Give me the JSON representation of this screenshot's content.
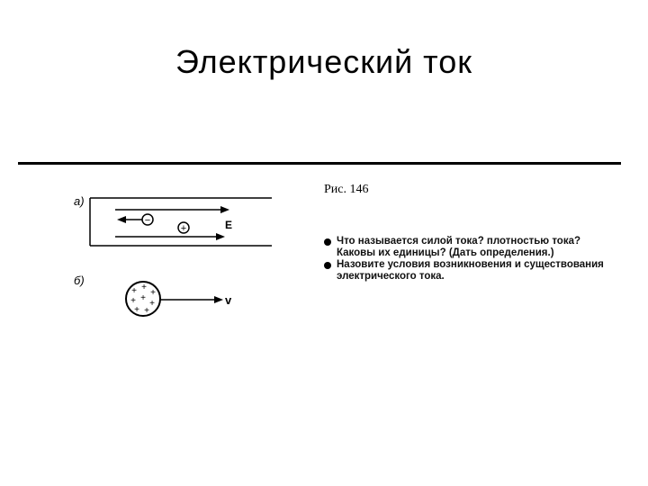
{
  "slide": {
    "title": "Электрический ток"
  },
  "figure": {
    "label_a": "а)",
    "label_b": "б)",
    "label_e": "E",
    "label_v": "v",
    "negative_sign": "−",
    "positive_sign": "+",
    "caption": "Рис. 146"
  },
  "questions": [
    "Что называется силой тока? плотностью тока? Каковы их единицы? (Дать определения.)",
    "Назовите условия возникновения и существования электрического тока."
  ]
}
